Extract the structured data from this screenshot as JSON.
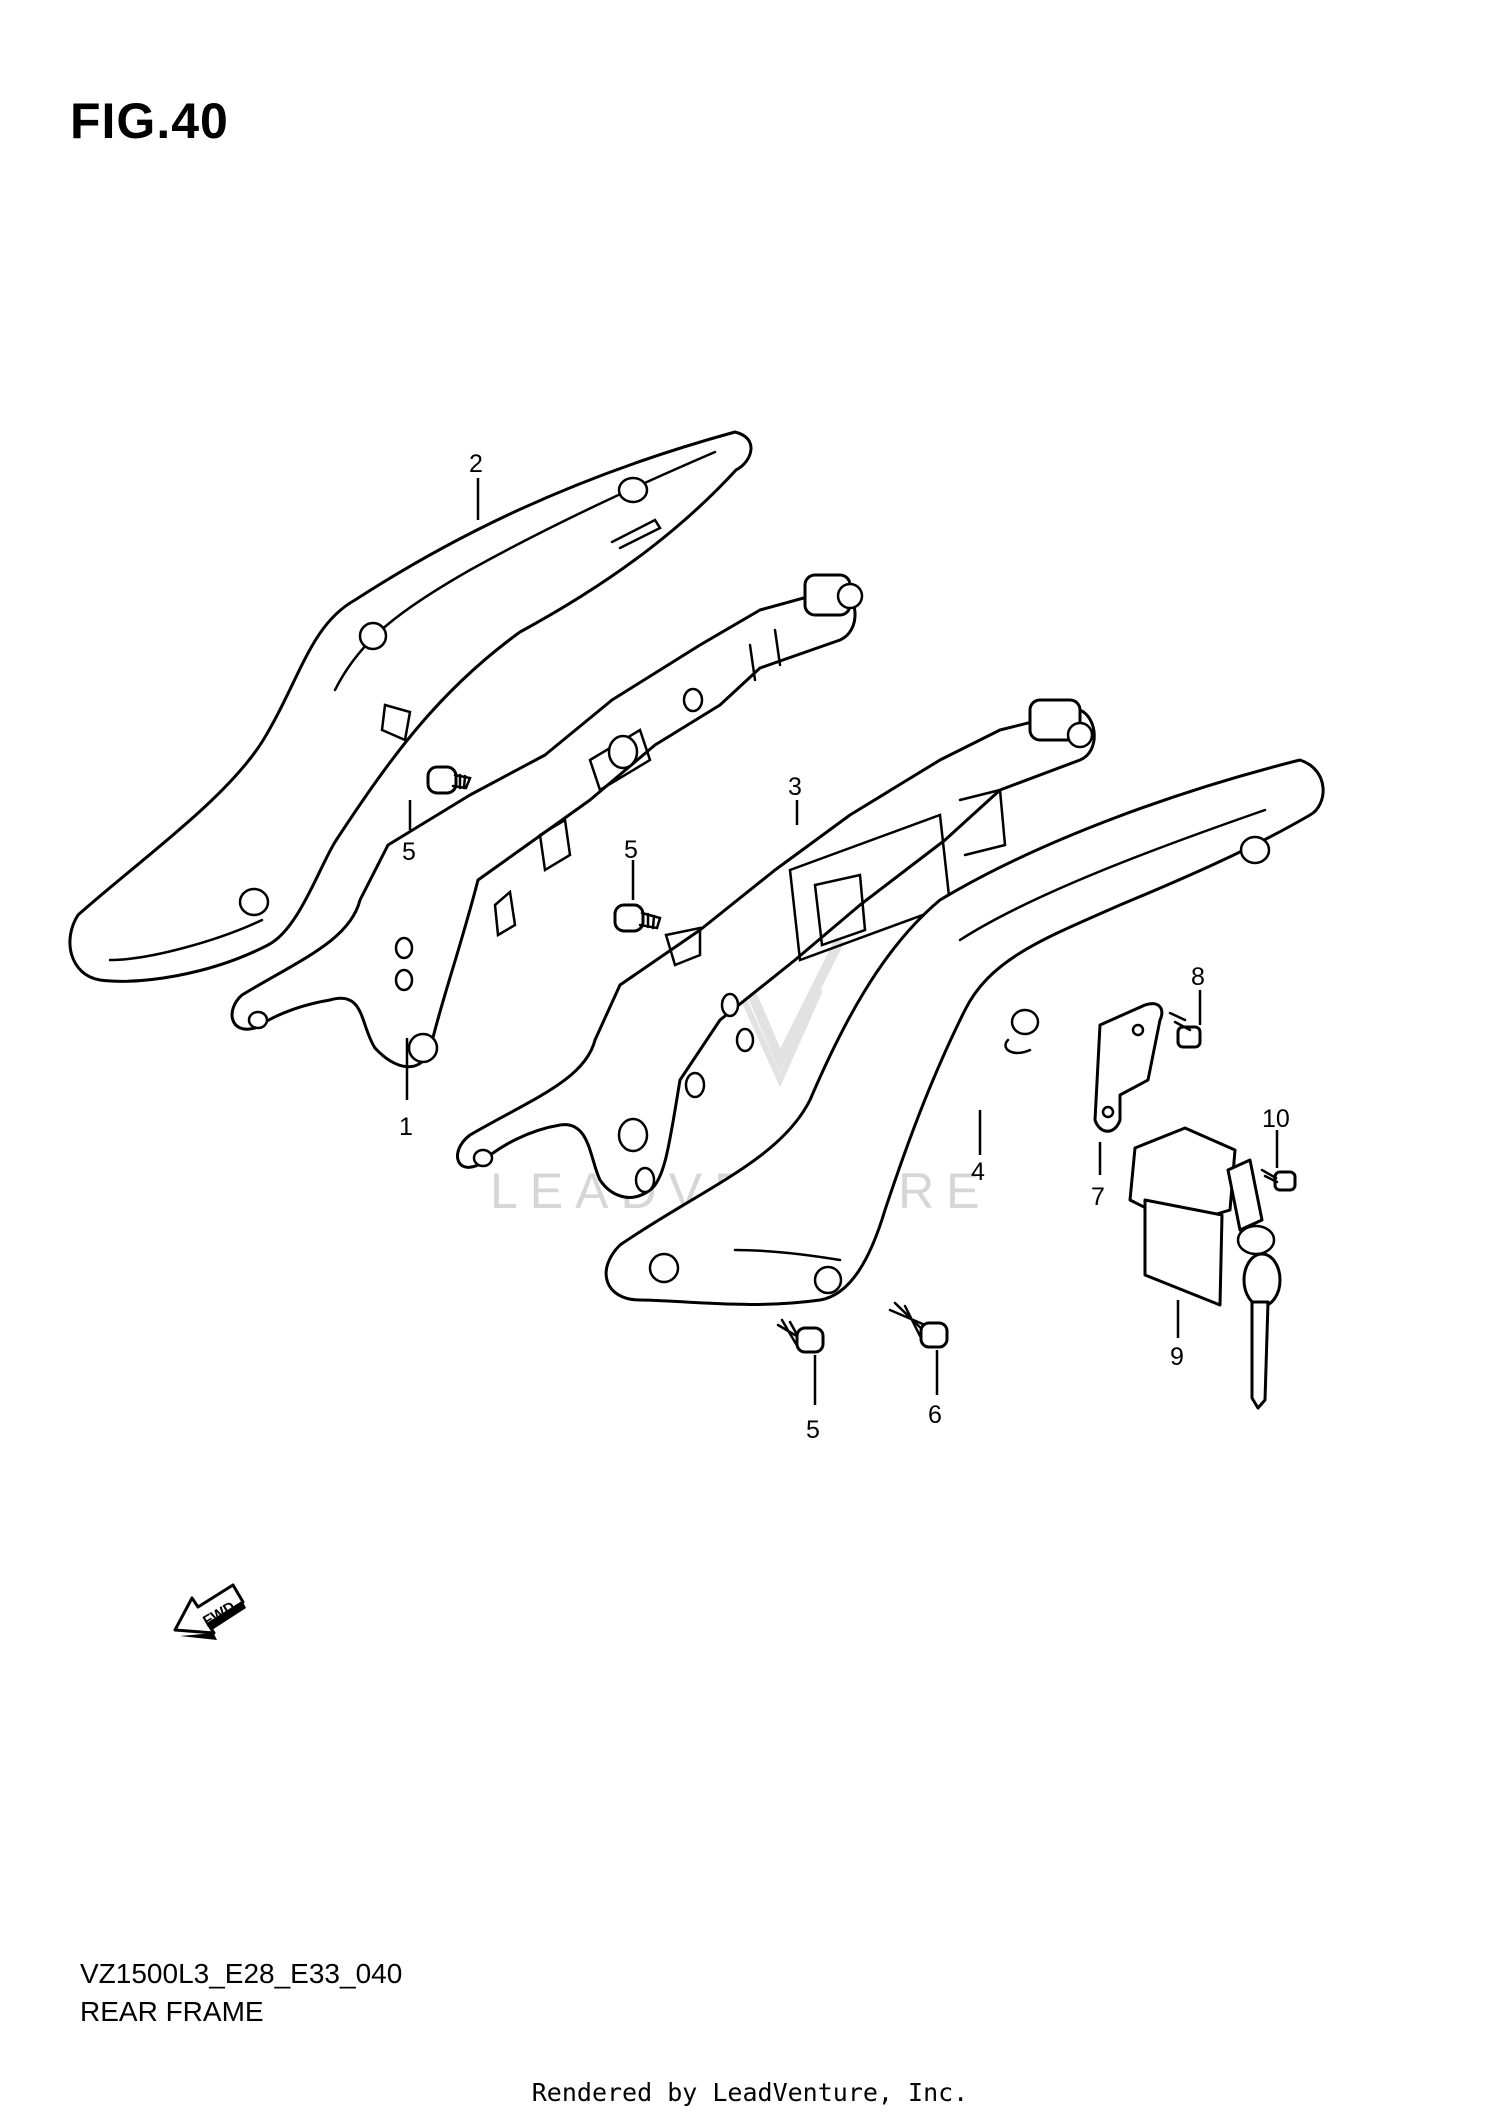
{
  "figure": {
    "title": "FIG.40"
  },
  "callouts": [
    "1",
    "2",
    "3",
    "4",
    "5",
    "5",
    "5",
    "6",
    "7",
    "8",
    "9",
    "10"
  ],
  "fwd_label": "FWD",
  "watermark": "LEADVENTURE",
  "footer": {
    "code": "VZ1500L3_E28_E33_040",
    "caption": "REAR FRAME",
    "rendered_by": "Rendered by LeadVenture, Inc."
  }
}
